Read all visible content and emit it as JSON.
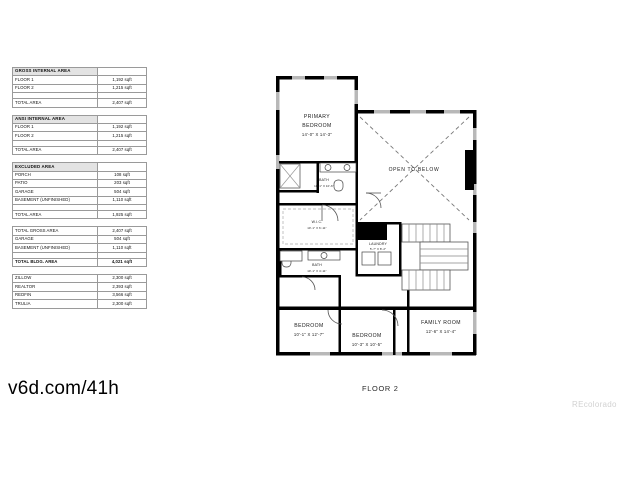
{
  "document": {
    "url_label": "v6d.com/41h",
    "floor_label": "FLOOR 2",
    "watermark": "REcolorado"
  },
  "tables": [
    {
      "id": "gross-internal-area",
      "header": {
        "label": "GROSS INTERNAL AREA",
        "value": ""
      },
      "rows": [
        {
          "label": "FLOOR 1",
          "value": "1,192 sqft",
          "indent": true
        },
        {
          "label": "FLOOR 2",
          "value": "1,215 sqft",
          "indent": true
        }
      ],
      "total": {
        "label": "TOTAL AREA",
        "value": "2,407 sqft"
      }
    },
    {
      "id": "ansi-internal-area",
      "header": {
        "label": "ANSI INTERNAL AREA",
        "value": ""
      },
      "rows": [
        {
          "label": "FLOOR 1",
          "value": "1,192 sqft",
          "indent": true
        },
        {
          "label": "FLOOR 2",
          "value": "1,215 sqft",
          "indent": true
        }
      ],
      "total": {
        "label": "TOTAL AREA",
        "value": "2,407 sqft"
      }
    },
    {
      "id": "excluded-area",
      "header": {
        "label": "EXCLUDED AREA",
        "value": ""
      },
      "rows": [
        {
          "label": "PORCH",
          "value": "108 sqft",
          "indent": true
        },
        {
          "label": "PATIO",
          "value": "203 sqft",
          "indent": true
        },
        {
          "label": "GARAGE",
          "value": "504 sqft",
          "indent": true
        },
        {
          "label": "BASEMENT (UNFINISHED)",
          "value": "1,110 sqft",
          "indent": true
        }
      ],
      "total": {
        "label": "TOTAL AREA",
        "value": "1,925 sqft"
      }
    },
    {
      "id": "total-building-area",
      "header": null,
      "rows": [
        {
          "label": "TOTAL GROSS AREA",
          "value": "2,407 sqft",
          "indent": false
        },
        {
          "label": "GARAGE",
          "value": "504 sqft",
          "indent": false
        },
        {
          "label": "BASEMENT (UNFINISHED)",
          "value": "1,110 sqft",
          "indent": false
        }
      ],
      "total": {
        "label": "TOTAL BLDG. AREA",
        "value": "4,021 sqft",
        "bold": true
      }
    },
    {
      "id": "listing-sites",
      "header": null,
      "rows": [
        {
          "label": "ZILLOW",
          "value": "2,300 sqft",
          "indent": false
        },
        {
          "label": "REALTOR",
          "value": "2,393 sqft",
          "indent": false
        },
        {
          "label": "REDFIN",
          "value": "3,566 sqft",
          "indent": false
        },
        {
          "label": "TRULIA",
          "value": "2,300 sqft",
          "indent": false
        }
      ],
      "total": null
    }
  ],
  "floorplan": {
    "rooms": [
      {
        "id": "primary-bedroom",
        "name_line1": "PRIMARY",
        "name_line2": "BEDROOM",
        "dim": "14'-0\" X 14'-3\""
      },
      {
        "id": "primary-bath",
        "name": "BATH",
        "dim": "10'-1\" X 10'-6\""
      },
      {
        "id": "walk-in-closet",
        "name": "W.I.C.",
        "dim": "10'-1\" X 6'-11\""
      },
      {
        "id": "hall-bath",
        "name": "BATH",
        "dim": "10'-1\" X 4'-11\""
      },
      {
        "id": "laundry",
        "name": "LAUNDRY",
        "dim": "5'-7\" X 8'-2\""
      },
      {
        "id": "bedroom-2",
        "name": "BEDROOM",
        "dim": "10'-1\" X 12'-7\""
      },
      {
        "id": "bedroom-3",
        "name": "BEDROOM",
        "dim": "10'-3\" X 10'-5\""
      },
      {
        "id": "family-room",
        "name": "FAMILY ROOM",
        "dim": "12'-6\" X 14'-4\""
      }
    ],
    "open_to_below_label": "OPEN TO BELOW"
  },
  "colors": {
    "wall": "#000000",
    "window": "#b8b8b8",
    "table_header_bg": "#e3e3e3",
    "table_border": "#9a9a9a",
    "watermark": "#d2d2d2"
  }
}
